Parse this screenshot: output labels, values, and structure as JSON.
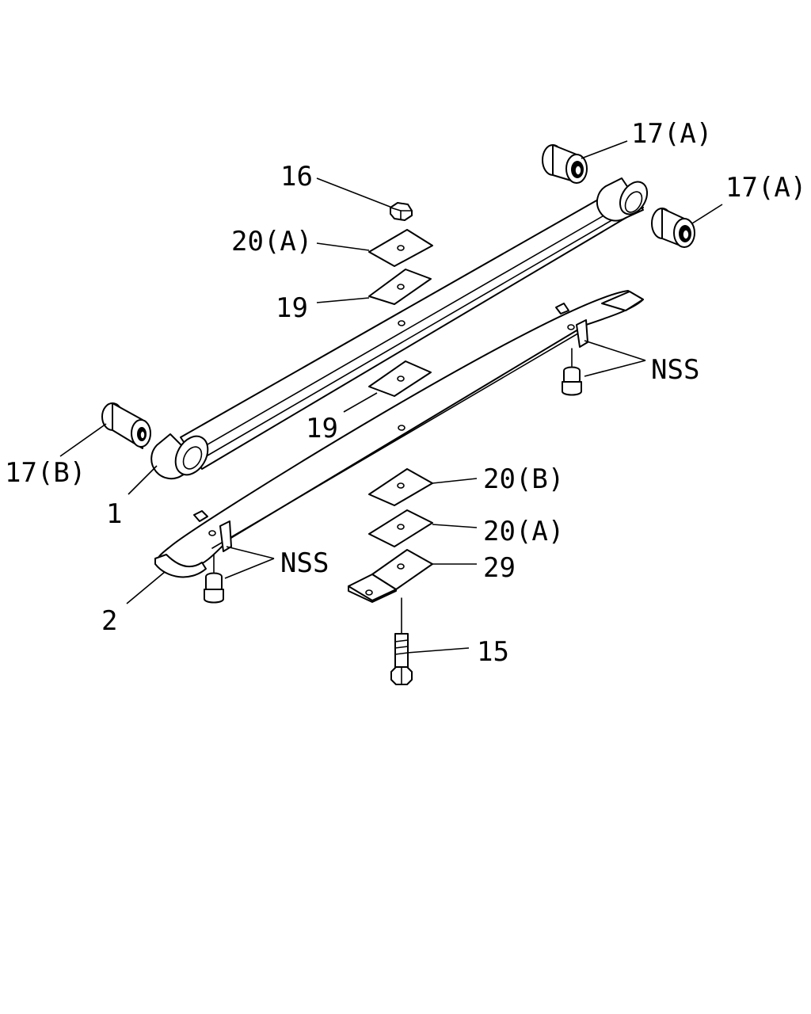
{
  "diagram": {
    "callouts": {
      "bushing_a_top": "17(A)",
      "bushing_a_right": "17(A)",
      "bushing_b": "17(B)",
      "nut": "16",
      "plate_20a_top": "20(A)",
      "pad_19_top": "19",
      "pad_19_mid": "19",
      "leaf_main": "1",
      "leaf_second": "2",
      "nss_right": "NSS",
      "nss_left": "NSS",
      "plate_20b": "20(B)",
      "plate_20a_bottom": "20(A)",
      "bracket_29": "29",
      "bolt_15": "15"
    }
  }
}
